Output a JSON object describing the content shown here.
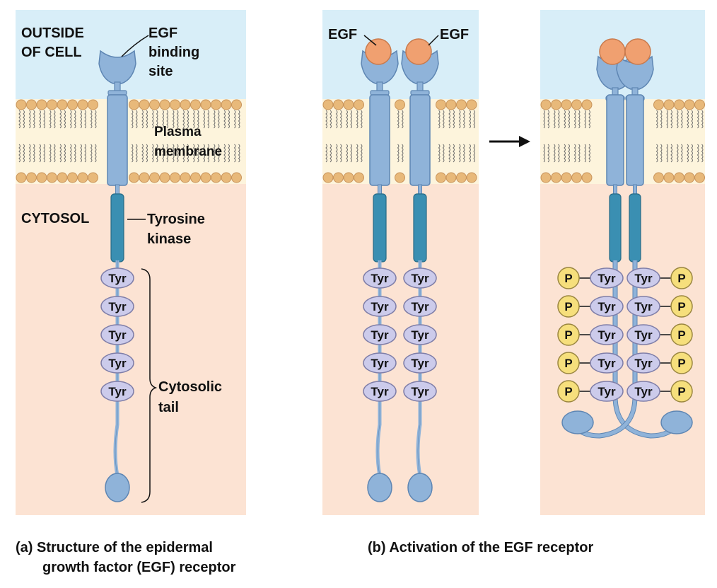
{
  "colors": {
    "outside": "#d8eef8",
    "membrane": "#fdf4dc",
    "cytosol": "#fce3d3",
    "head": "#e8b97a",
    "head_stroke": "#c8935a",
    "receptor": "#8fb3d9",
    "receptor_stroke": "#5e86b3",
    "kinase": "#3a8fb2",
    "tyr": "#cccbeb",
    "egf": "#f0a070",
    "phosphate": "#f6df7c"
  },
  "panel_a": {
    "outside_label_1": "OUTSIDE",
    "outside_label_2": "OF CELL",
    "binding_label_1": "EGF",
    "binding_label_2": "binding",
    "binding_label_3": "site",
    "membrane_label_1": "Plasma",
    "membrane_label_2": "membrane",
    "cytosol_label": "CYTOSOL",
    "kinase_label_1": "Tyrosine",
    "kinase_label_2": "kinase",
    "tail_label_1": "Cytosolic",
    "tail_label_2": "tail",
    "caption_line_1": "(a) Structure of the epidermal",
    "caption_line_2": "growth factor (EGF) receptor"
  },
  "panel_b": {
    "egf_left": "EGF",
    "egf_right": "EGF",
    "caption": "(b) Activation of the EGF receptor"
  },
  "residue_label": "Tyr",
  "phosphate_label": "P",
  "arrow_icon": "right-arrow-icon"
}
